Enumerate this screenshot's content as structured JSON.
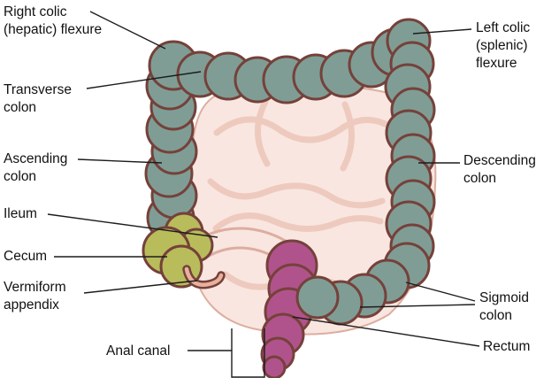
{
  "diagram": {
    "labels": {
      "right_colic_flexure": "Right colic (hepatic) flexure",
      "left_colic_flexure": "Left colic (splenic) flexure",
      "transverse_colon": "Transverse colon",
      "ascending_colon": "Ascending colon",
      "descending_colon": "Descending colon",
      "ileum": "Ileum",
      "cecum": "Cecum",
      "vermiform_appendix": "Vermiform appendix",
      "sigmoid_colon": "Sigmoid colon",
      "rectum": "Rectum",
      "anal_canal": "Anal canal"
    },
    "colors": {
      "colon": "#7f9d95",
      "colon_outline": "#75413a",
      "cecum": "#b8bc5b",
      "small_intestine": "#f9e6e0",
      "small_intestine_line": "#eecabe",
      "rectum": "#b0538c",
      "background": "#ffffff",
      "label_text": "#111111",
      "leader_line": "#1c1c1c"
    }
  }
}
